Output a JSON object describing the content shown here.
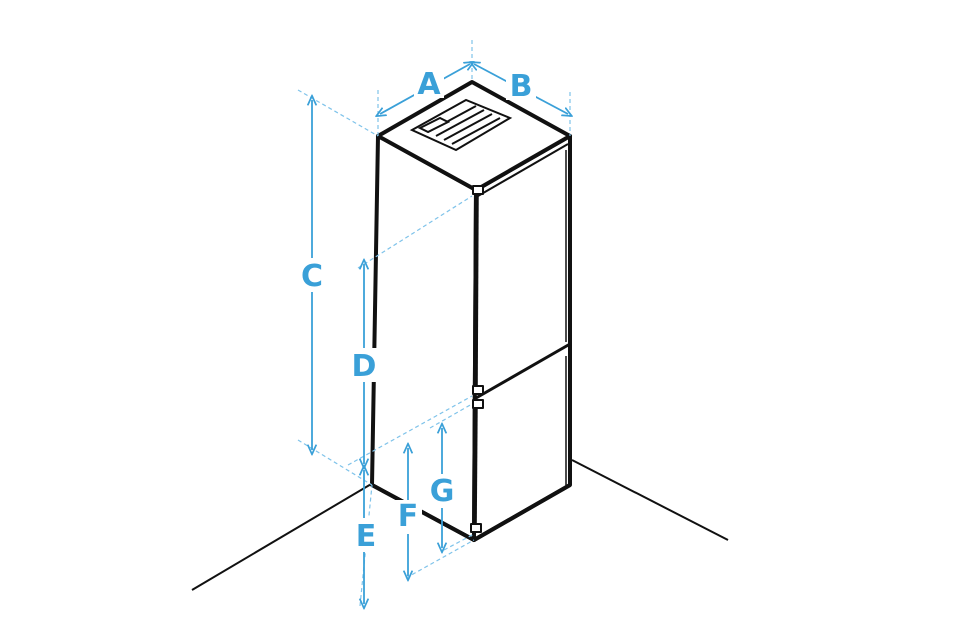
{
  "colors": {
    "outline": "#111111",
    "accent": "#3aa0d8",
    "dashed": "#7fc3ea"
  },
  "labels": {
    "a": "A",
    "b": "B",
    "c": "C",
    "d": "D",
    "e": "E",
    "f": "F",
    "g": "G"
  }
}
